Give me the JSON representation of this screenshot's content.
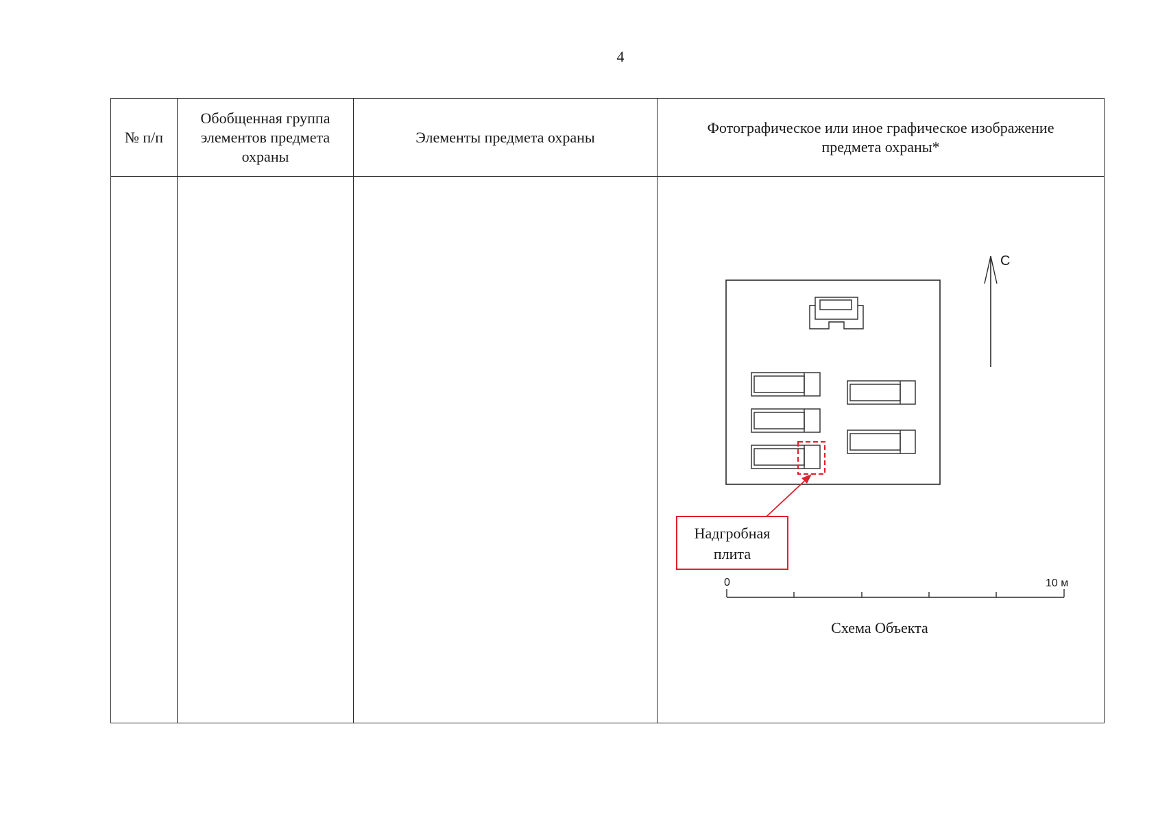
{
  "page": {
    "number": "4"
  },
  "table": {
    "headers": {
      "number": "№ п/п",
      "group": "Обобщенная группа элементов предмета охраны",
      "elements": "Элементы предмета охраны",
      "image": "Фотографическое или иное графическое изображение предмета охраны*"
    },
    "rows": [
      {
        "number": "",
        "group": "",
        "elements": ""
      }
    ]
  },
  "scheme": {
    "north_label": "С",
    "callout_line1": "Надгробная",
    "callout_line2": "плита",
    "scale_start": "0",
    "scale_end": "10 м",
    "caption": "Схема Объекта",
    "colors": {
      "line": "#2a2a2a",
      "callout": "#e0202e"
    }
  }
}
